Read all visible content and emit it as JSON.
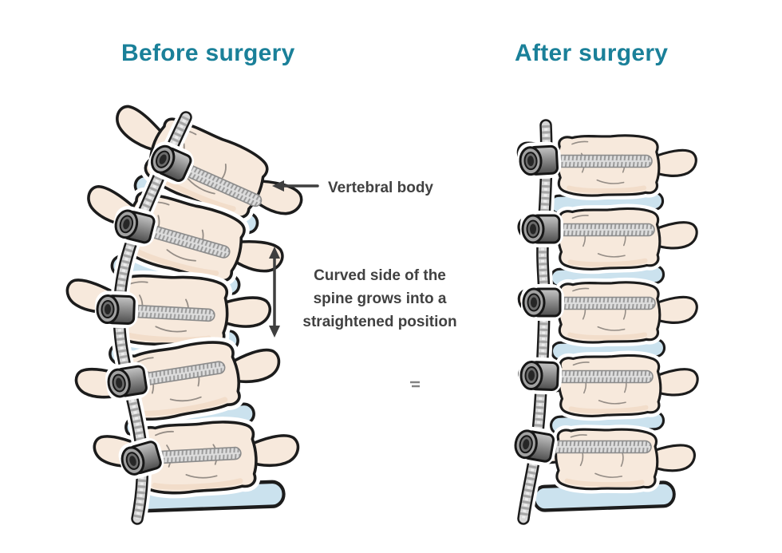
{
  "titles": {
    "before": "Before surgery",
    "after": "After surgery"
  },
  "annotations": {
    "vertebral_body": "Vertebral body",
    "curved_note_lines": [
      "Curved side of the",
      "spine grows into a",
      "straightened position"
    ]
  },
  "illustration": {
    "before_spine": {
      "shape": "curved",
      "vertebrae": 5,
      "discs": 5,
      "tether_anchors": 5,
      "screws": 5
    },
    "after_spine": {
      "shape": "straight",
      "vertebrae": 5,
      "discs": 5,
      "tether_anchors": 5,
      "screws": 5
    }
  },
  "colors": {
    "background": "#ffffff",
    "accent": "#1a8099",
    "label": "#414141",
    "outline": "#1c1c1c",
    "bone": "#f7e9dc",
    "bone-shade": "#f0d9c6",
    "disc": "#cbe2ee",
    "metal-light": "#d7d7d7",
    "metal-mid": "#9e9e9e",
    "metal-dark": "#515151"
  }
}
